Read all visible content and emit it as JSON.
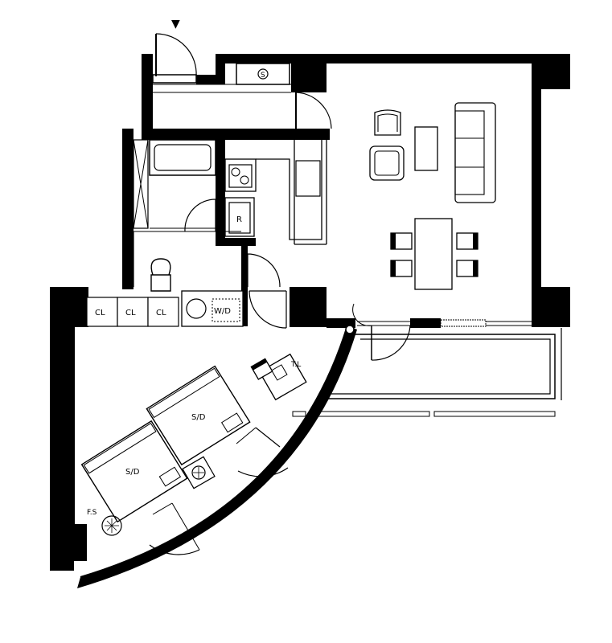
{
  "labels": {
    "storage": "S",
    "fridge": "R",
    "closet_1": "CL",
    "closet_2": "CL",
    "closet_3": "CL",
    "washer_dryer": "W/D",
    "toilet_area": "T.L",
    "bed_1": "S/D",
    "bed_2": "S/D",
    "floor_service": "F.S"
  },
  "entrance_marker": "▼"
}
